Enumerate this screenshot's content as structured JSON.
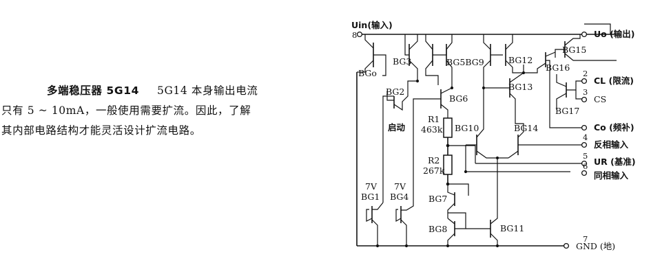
{
  "paragraph": {
    "heading": "多端稳压器 5G14",
    "line1_rest": "5G14 本身输出电流",
    "line2": "只有 5 ~ 10mA，一般使用需要扩流。因此，了解",
    "line3": "其内部电路结构才能灵活设计扩流电路。"
  },
  "circuit": {
    "uin_label": "Uin(输入)",
    "pin8": "8",
    "bgo": "BGo",
    "bg1": "BG1",
    "bg1_zener": "7V",
    "bg2": "BG2",
    "bg3": "BG3",
    "bg4": "BG4",
    "bg4_zener": "7V",
    "bg5bg9": "BG5BG9",
    "bg6": "BG6",
    "bg7": "BG7",
    "bg8": "BG8",
    "bg10": "BG10",
    "bg11": "BG11",
    "bg12": "BG12",
    "bg13": "BG13",
    "bg14": "BG14",
    "bg15": "BG15",
    "bg16": "BG16",
    "bg17": "BG17",
    "startup": "启动",
    "r1_name": "R1",
    "r1_value": "463k",
    "r2_name": "R2",
    "r2_value": "267k",
    "uo_label": "Uo (输出)",
    "pin2": "2",
    "cl_label": "CL (限流)",
    "pin3": "3",
    "cs_label": "CS",
    "co_label": "Co (频补)",
    "pin4": "4",
    "inv_label": "反相输入",
    "pin5": "5",
    "ur_label": "UR (基准)",
    "pin6": "6",
    "noninv_label": "同相输入",
    "pin7": "7",
    "gnd_label": "GND (地)"
  }
}
